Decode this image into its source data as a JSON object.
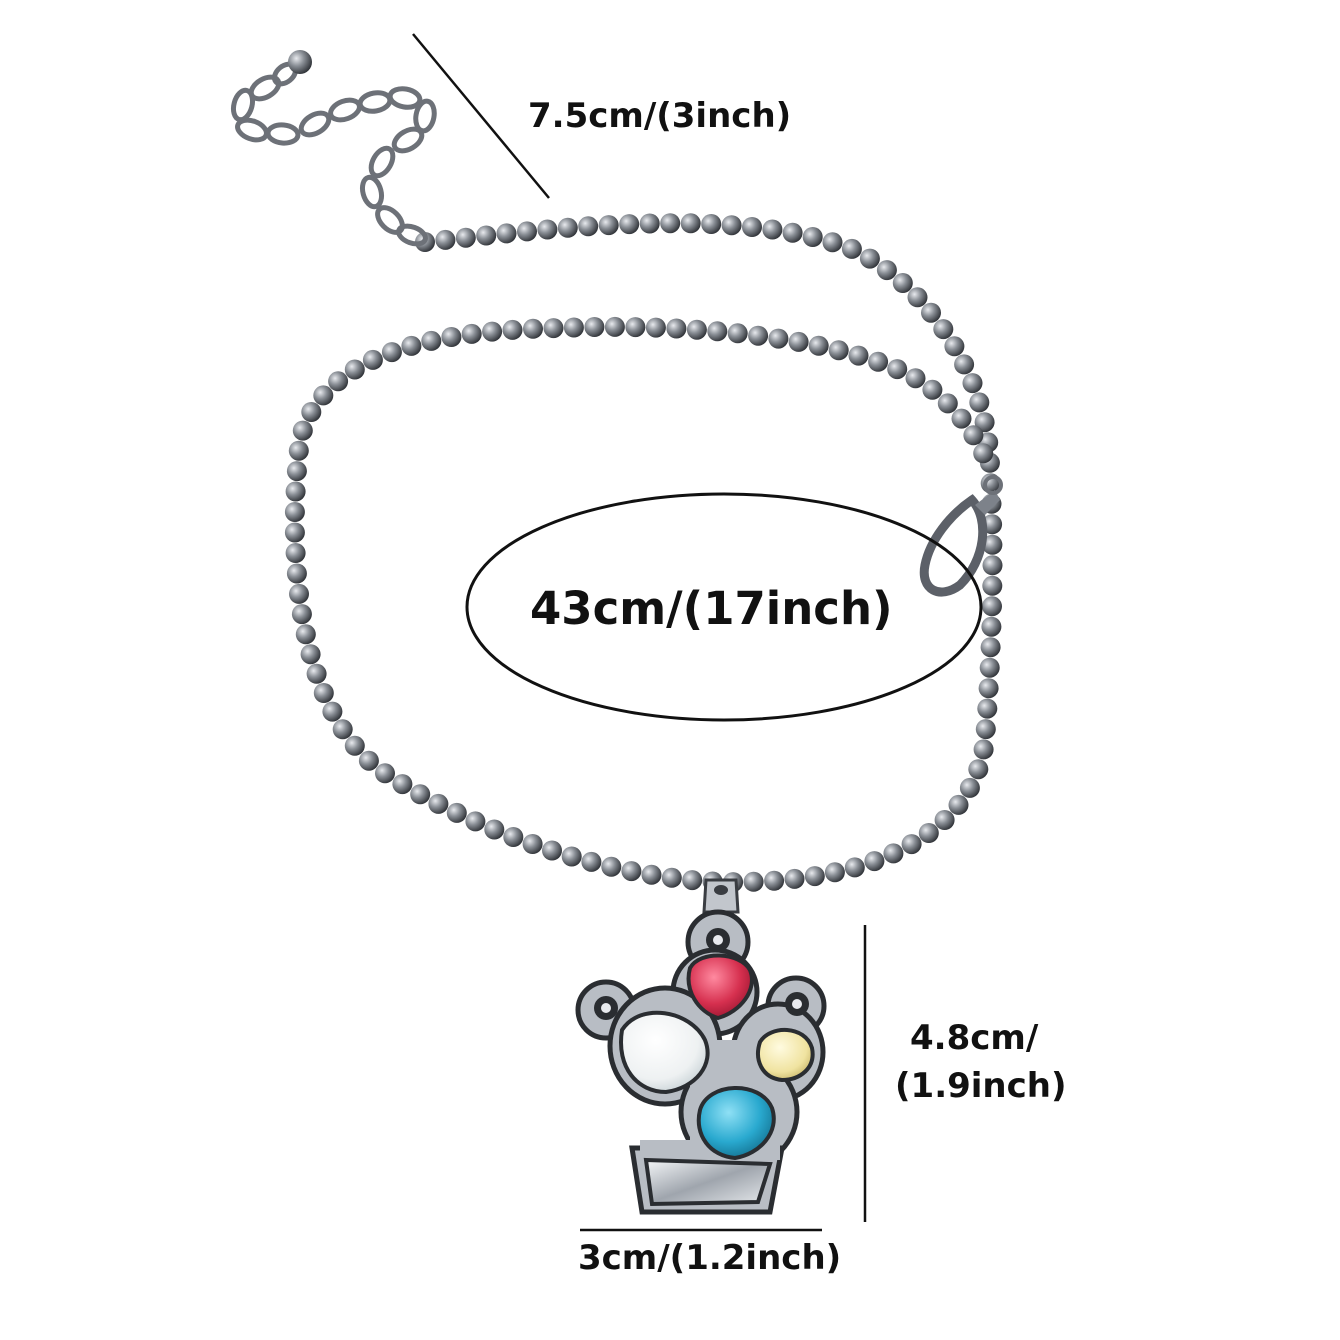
{
  "photo": {
    "subject": "necklace",
    "background_color": "#ffffff",
    "bead_color": "#8a8f96",
    "stone_colors": {
      "red": "#d6304f",
      "white": "#eef1f2",
      "yellow": "#f0e3a0",
      "turquoise": "#29a9cf"
    }
  },
  "dimensions": {
    "extension": "7.5cm/(3inch)",
    "length": "43cm/(17inch)",
    "pendant_height_line1": "4.8cm/",
    "pendant_height_line2": "(1.9inch)",
    "pendant_width": "3cm/(1.2inch)"
  }
}
